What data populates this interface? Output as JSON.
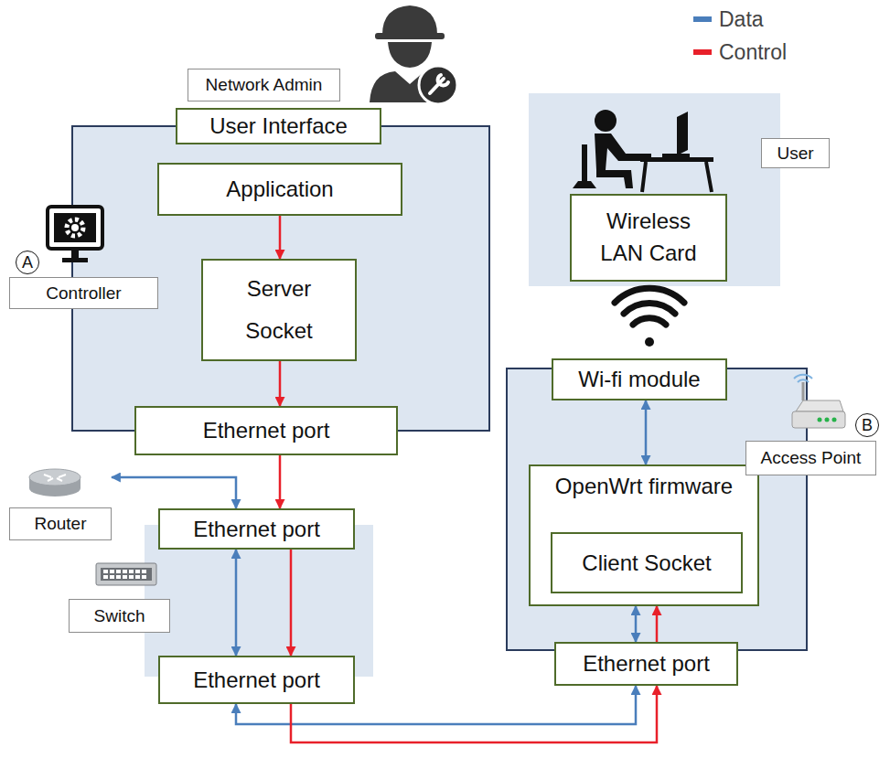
{
  "diagram": {
    "nodes": [
      {
        "text": [
          "Network Admin"
        ]
      },
      {
        "text": [
          "Controller"
        ]
      },
      {
        "text": [
          "User Interface"
        ],
        "in": 1
      },
      {
        "text": [
          "Application"
        ],
        "in": 1
      },
      {
        "text": [
          "Server Socket"
        ],
        "in": 1
      },
      {
        "text": [
          "Ethernet port"
        ],
        "in": 1
      },
      {
        "text": [
          "User"
        ]
      },
      {
        "text": [
          "Wireless LAN Card"
        ],
        "in": 6
      },
      {
        "text": [
          "Access Point"
        ]
      },
      {
        "text": [
          "Wi-fi module"
        ],
        "in": 8
      },
      {
        "text": [
          "OpenWrt firmware"
        ],
        "in": 8
      },
      {
        "text": [
          "Client Socket"
        ],
        "in": 10
      },
      {
        "text": [
          "Ethernet port"
        ],
        "in": 8
      },
      {
        "text": [
          "Router"
        ]
      },
      {
        "text": [
          "Switch"
        ]
      },
      {
        "text": [
          "Ethernet port"
        ],
        "in": 14
      },
      {
        "text": [
          "Ethernet port"
        ],
        "in": 14
      }
    ],
    "edges": [
      {
        "from": 3,
        "to": 4,
        "arrow": "to"
      },
      {
        "from": 4,
        "to": 5,
        "arrow": "to"
      },
      {
        "from": 5,
        "to": 15,
        "arrow": "to"
      },
      {
        "from": 13,
        "to": 15,
        "arrow": "both"
      },
      {
        "from": 15,
        "to": 16,
        "arrow": "both"
      },
      {
        "from": 15,
        "to": 16,
        "arrow": "to"
      },
      {
        "from": 16,
        "to": 12,
        "arrow": "both"
      },
      {
        "from": 16,
        "to": 12,
        "arrow": "to"
      },
      {
        "from": 12,
        "to": 10,
        "arrow": "both"
      },
      {
        "from": 12,
        "to": 10,
        "arrow": "to"
      },
      {
        "from": 10,
        "to": 9,
        "arrow": "both"
      }
    ],
    "labels": [
      "A",
      "B"
    ],
    "legend": [
      {
        "text": "Data",
        "color": "#4a7ebb"
      },
      {
        "text": "Control",
        "color": "#e8202a"
      }
    ]
  }
}
